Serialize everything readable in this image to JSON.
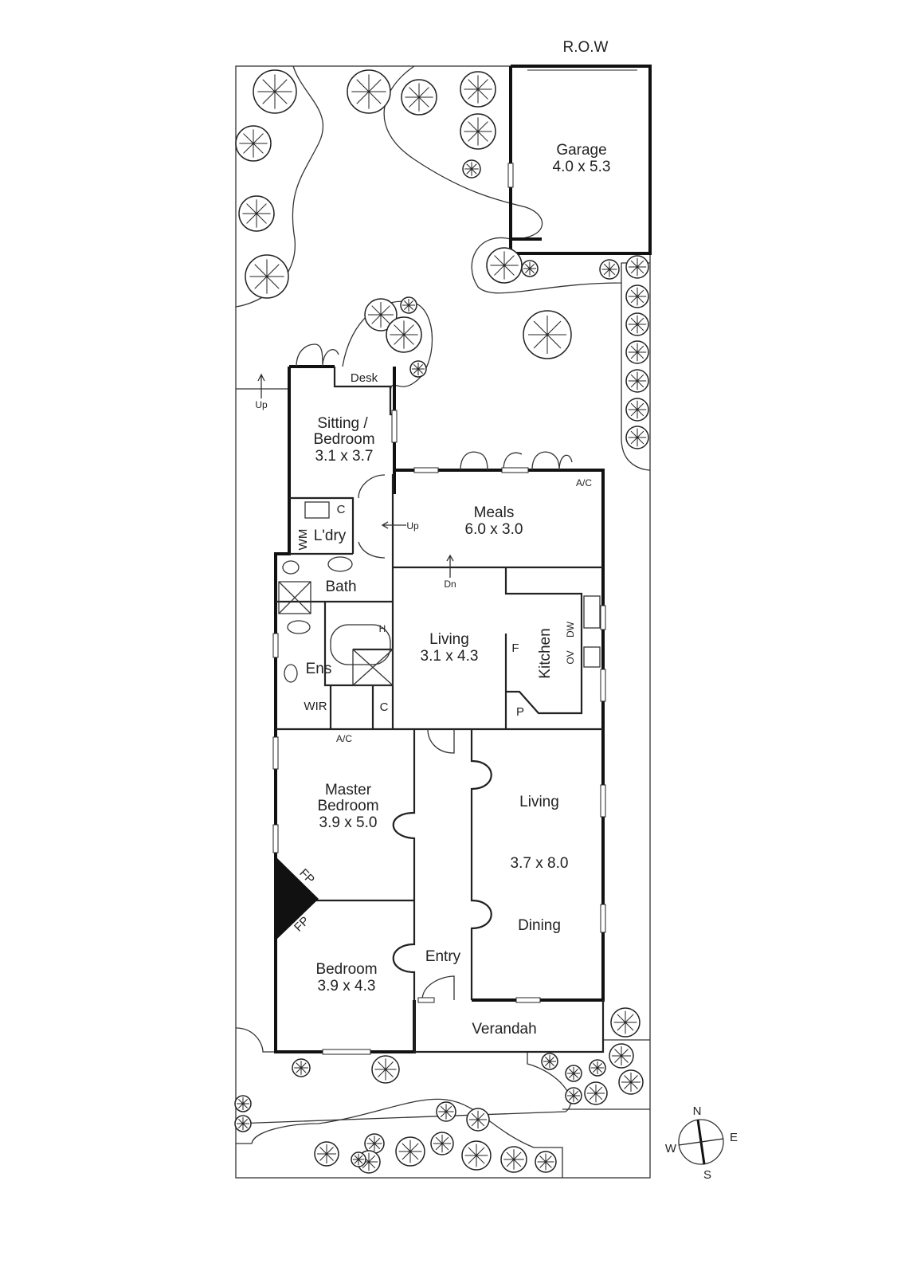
{
  "plan": {
    "row_label": "R.O.W",
    "rooms": {
      "garage": {
        "name": "Garage",
        "size": "4.0 x 5.3"
      },
      "sitting": {
        "name1": "Sitting /",
        "name2": "Bedroom",
        "size": "3.1 x 3.7"
      },
      "desk": "Desk",
      "meals": {
        "name": "Meals",
        "size": "6.0 x 3.0"
      },
      "laundry": "L'dry",
      "wm": "WM",
      "cupboard": "C",
      "bath": "Bath",
      "heater": "H",
      "ensuite": "Ens",
      "wir": "WIR",
      "living_small": {
        "name": "Living",
        "size": "3.1 x 4.3"
      },
      "kitchen": "Kitchen",
      "fridge": "F",
      "pantry": "P",
      "dw": "DW",
      "ov": "OV",
      "master": {
        "name1": "Master",
        "name2": "Bedroom",
        "size": "3.9 x 5.0"
      },
      "living_dining": {
        "name1": "Living",
        "size": "3.7 x 8.0",
        "name2": "Dining"
      },
      "bedroom": {
        "name": "Bedroom",
        "size": "3.9 x 4.3"
      },
      "entry": "Entry",
      "verandah": "Verandah"
    },
    "annotations": {
      "up": "Up",
      "dn": "Dn",
      "ac": "A/C",
      "fp": "FP"
    },
    "compass": {
      "n": "N",
      "s": "S",
      "e": "E",
      "w": "W"
    }
  }
}
